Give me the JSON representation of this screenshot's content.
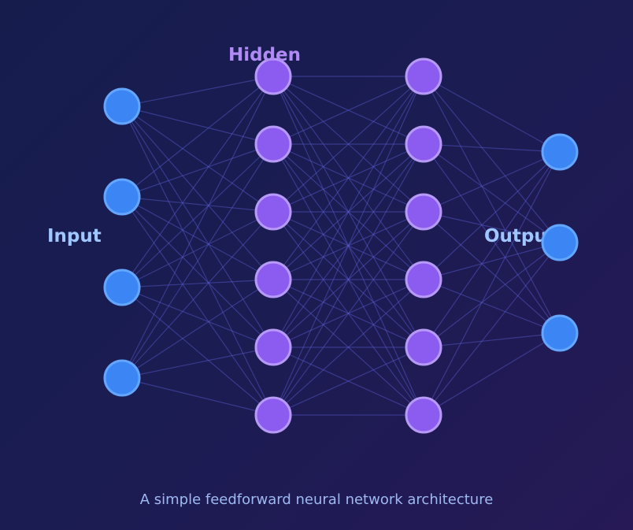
{
  "layers": [
    {
      "label": "Input",
      "kind": "io",
      "nodes": 4
    },
    {
      "label": "Hidden",
      "kind": "hidden",
      "nodes": 6
    },
    {
      "label": "",
      "kind": "hidden",
      "nodes": 6
    },
    {
      "label": "Outpu",
      "kind": "io",
      "nodes": 3
    }
  ],
  "caption": "A simple feedforward neural network architecture",
  "colors": {
    "io_node_fill": "#3b86f4",
    "io_node_stroke": "#64a6ff",
    "hidden_node_fill": "#8c5cf1",
    "hidden_node_stroke": "#b79af8",
    "edge": "#5d5fd6",
    "io_label": "#9fc6ff",
    "hidden_label": "#b08bf6"
  }
}
